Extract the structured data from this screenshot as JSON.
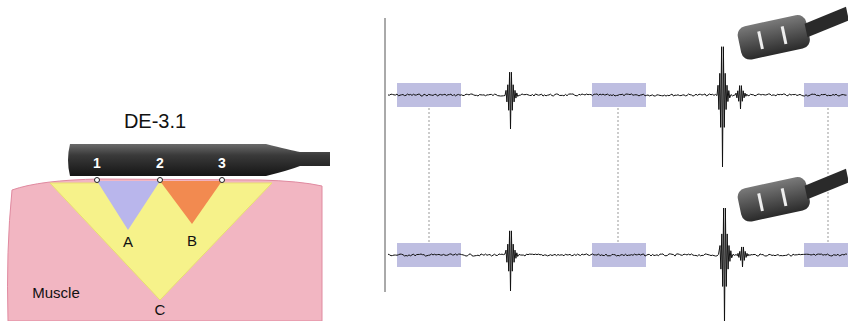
{
  "diagram": {
    "labels": [
      "DE-3.1",
      "1",
      "2",
      "3",
      "A",
      "B",
      "C",
      "Muscle"
    ]
  }
}
